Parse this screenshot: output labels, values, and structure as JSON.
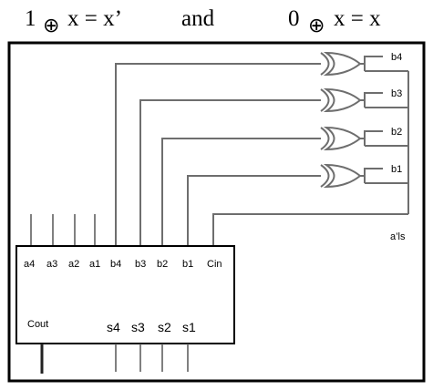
{
  "equations": {
    "left_lhs": "1",
    "left_op": "⊕",
    "left_rhs": "x = x’",
    "connector": "and",
    "right_lhs": "0",
    "right_op": "⊕",
    "right_rhs": "x = x"
  },
  "gates": {
    "type": "xor",
    "outputs": [
      "b4",
      "b3",
      "b2",
      "b1"
    ]
  },
  "control_signal": "a’ls",
  "adder": {
    "top_pins": [
      "a4",
      "a3",
      "a2",
      "a1",
      "b4",
      "b3",
      "b2",
      "b1",
      "Cin"
    ],
    "carry_out": "Cout",
    "sum_outputs": [
      "s4",
      "s3",
      "s2",
      "s1"
    ]
  }
}
